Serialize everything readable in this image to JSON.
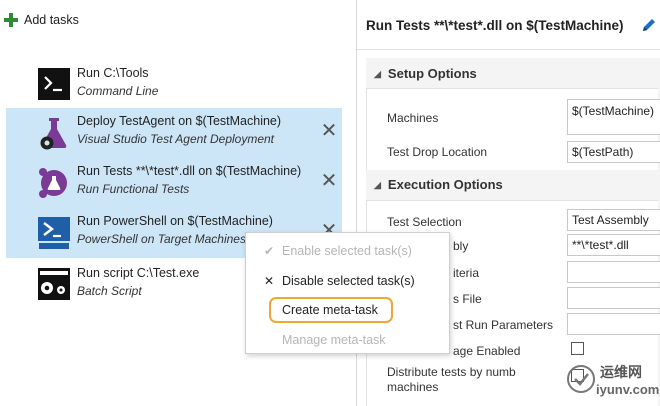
{
  "left": {
    "add_tasks_label": "Add tasks",
    "tasks": [
      {
        "title": "Run C:\\Tools",
        "subtitle": "Command Line",
        "selected": false,
        "icon": "command-line-icon"
      },
      {
        "title": "Deploy TestAgent on $(TestMachine)",
        "subtitle": "Visual Studio Test Agent Deployment",
        "selected": true,
        "icon": "test-agent-deploy-icon"
      },
      {
        "title": "Run Tests **\\*test*.dll on $(TestMachine)",
        "subtitle": "Run Functional Tests",
        "selected": true,
        "icon": "functional-tests-icon"
      },
      {
        "title": "Run PowerShell on $(TestMachine)",
        "subtitle": "PowerShell on Target Machines",
        "selected": true,
        "icon": "powershell-icon"
      },
      {
        "title": "Run script C:\\Test.exe",
        "subtitle": "Batch Script",
        "selected": false,
        "icon": "batch-script-icon"
      }
    ],
    "remove_glyph": "✕"
  },
  "context_menu": {
    "items": [
      {
        "check": "✔",
        "label": "Enable selected task(s)",
        "disabled": true
      },
      {
        "check": "✕",
        "label": "Disable selected task(s)",
        "disabled": false
      },
      {
        "check": "",
        "label": "Create meta-task",
        "disabled": false,
        "highlighted": true
      },
      {
        "check": "",
        "label": "Manage meta-task",
        "disabled": true
      }
    ]
  },
  "right": {
    "title": "Run Tests **\\*test*.dll on $(TestMachine)",
    "setup": {
      "heading": "Setup Options",
      "fields": [
        {
          "label": "Machines",
          "value": "$(TestMachine)"
        },
        {
          "label": "Test Drop Location",
          "value": "$(TestPath)"
        }
      ]
    },
    "execution": {
      "heading": "Execution Options",
      "fields": [
        {
          "label": "Test Selection",
          "value": "Test Assembly"
        },
        {
          "label": "bly",
          "value": "**\\*test*.dll"
        },
        {
          "label": "iteria",
          "value": ""
        },
        {
          "label": "s File",
          "value": ""
        },
        {
          "label": "st Run Parameters",
          "value": ""
        },
        {
          "label": "age Enabled",
          "value": ""
        },
        {
          "label": "Distribute tests by numb",
          "value": ""
        },
        {
          "label": "machines",
          "value": ""
        }
      ]
    }
  },
  "watermark": {
    "line1": "运维网",
    "line2": "iyunv.com"
  },
  "colors": {
    "selection": "#cde6f7",
    "accent_orange": "#f0a637",
    "plus_green": "#2e8b35",
    "pencil_blue": "#1e6fc0"
  }
}
